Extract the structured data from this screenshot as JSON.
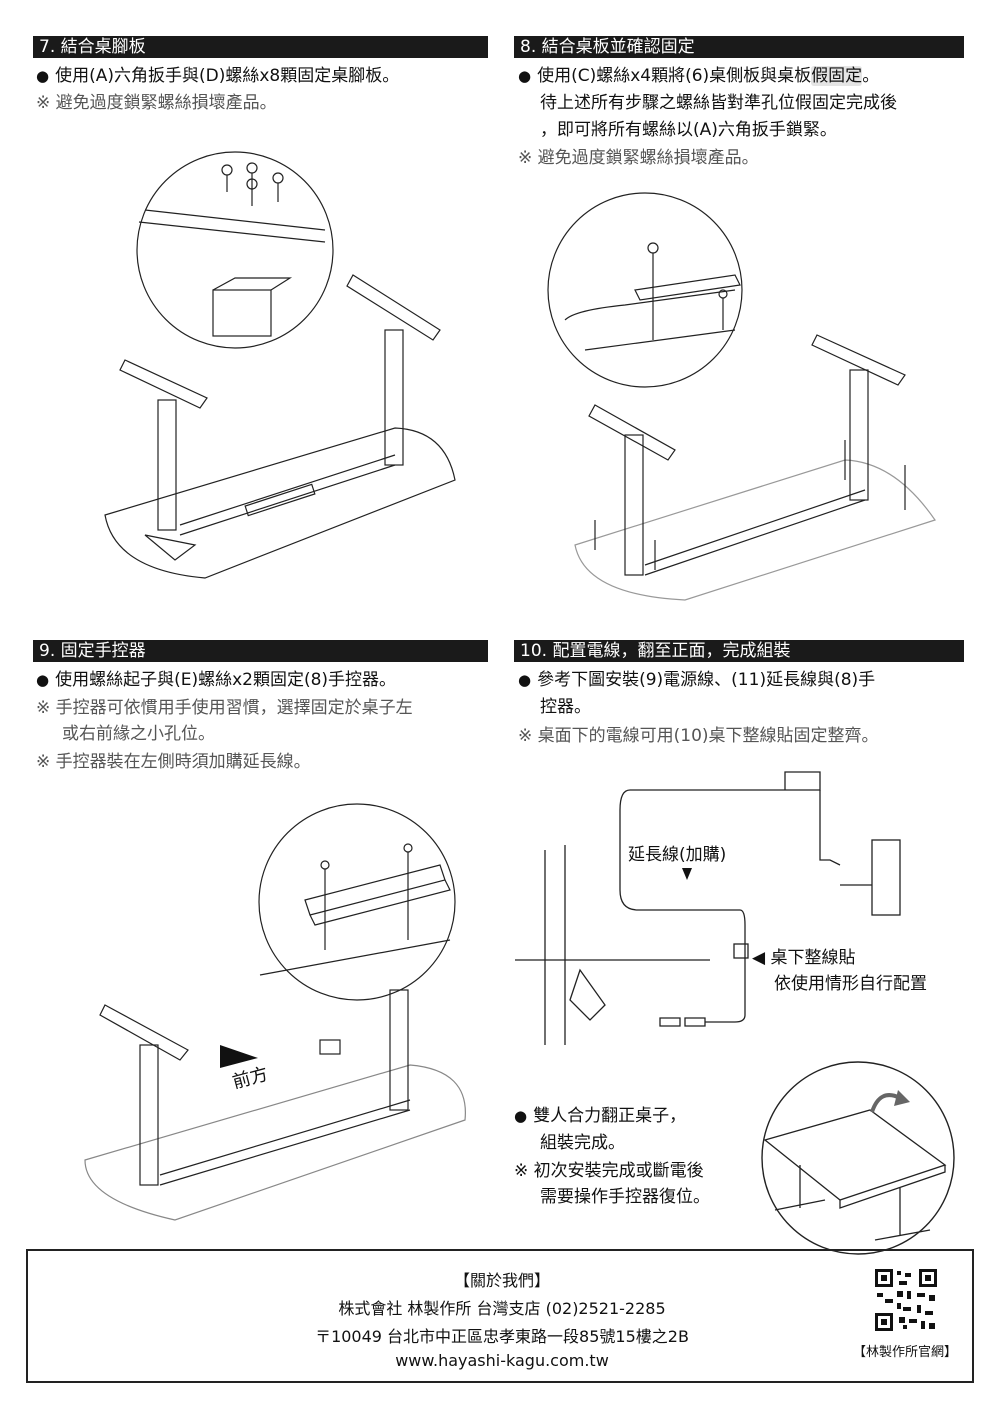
{
  "step7": {
    "title": "7. 結合桌腳板",
    "bullet": "●",
    "line1": "使用(A)六角扳手與(D)螺絲x8顆固定桌腳板。",
    "note": "※ 避免過度鎖緊螺絲損壞產品。"
  },
  "step8": {
    "title": "8. 結合桌板並確認固定",
    "bullet": "●",
    "line1_a": "使用(C)螺絲x4顆將(6)桌側板與桌板",
    "line1_hl": "假固定",
    "line1_b": "。",
    "line2": "待上述所有步驟之螺絲皆對準孔位假固定完成後",
    "line3": "，即可將所有螺絲以(A)六角扳手鎖緊。",
    "note": "※ 避免過度鎖緊螺絲損壞產品。"
  },
  "step9": {
    "title": "9. 固定手控器",
    "bullet": "●",
    "line1": "使用螺絲起子與(E)螺絲x2顆固定(8)手控器。",
    "note1a": "※ 手控器可依慣用手使用習慣，選擇固定於桌子左",
    "note1b": "或右前緣之小孔位。",
    "note2": "※ 手控器裝在左側時須加購延長線。",
    "front_label": "前方"
  },
  "step10": {
    "title": "10. 配置電線，翻至正面，完成組裝",
    "bullet": "●",
    "line1": "參考下圖安裝(9)電源線、(11)延長線與(8)手",
    "line2": "控器。",
    "note": "※ 桌面下的電線可用(10)桌下整線貼固定整齊。",
    "ext_label": "延長線(加購)",
    "clip_label1": "◀ 桌下整線貼",
    "clip_label2": "依使用情形自行配置",
    "flip_bullet": "●",
    "flip_line1": "雙人合力翻正桌子，",
    "flip_line2": "組裝完成。",
    "flip_note1": "※ 初次安裝完成或斷電後",
    "flip_note2": "需要操作手控器復位。"
  },
  "footer": {
    "about": "【關於我們】",
    "company": "株式會社 林製作所 台灣支店 (02)2521-2285",
    "address": "〒10049 台北市中正區忠孝東路一段85號15樓之2B",
    "url": "www.hayashi-kagu.com.tw",
    "qr_label": "【林製作所官網】"
  }
}
